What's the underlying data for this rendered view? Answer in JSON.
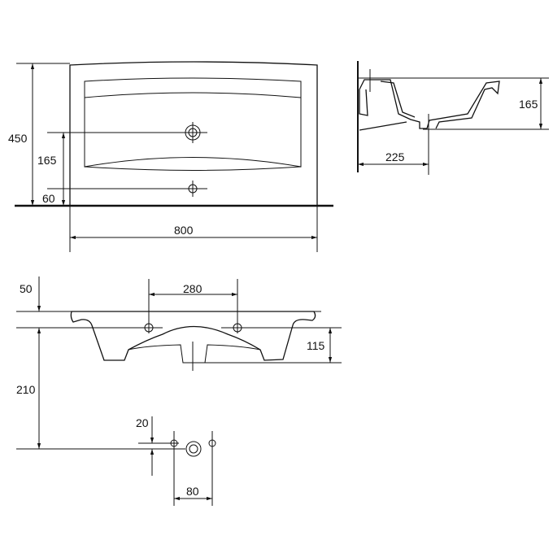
{
  "drawing": {
    "top_view": {
      "width_dim": "800",
      "depth_dim": "450",
      "drain_offset_dim": "165",
      "tap_offset_dim": "60"
    },
    "side_view": {
      "height_dim": "165",
      "drain_wall_dim": "225"
    },
    "front_view": {
      "rim_dim": "50",
      "tap_spacing_dim": "280",
      "bowl_depth_dim": "115",
      "outlet_height_dim": "210",
      "outlet_offset_dim": "20",
      "outlet_spacing_dim": "80"
    }
  }
}
